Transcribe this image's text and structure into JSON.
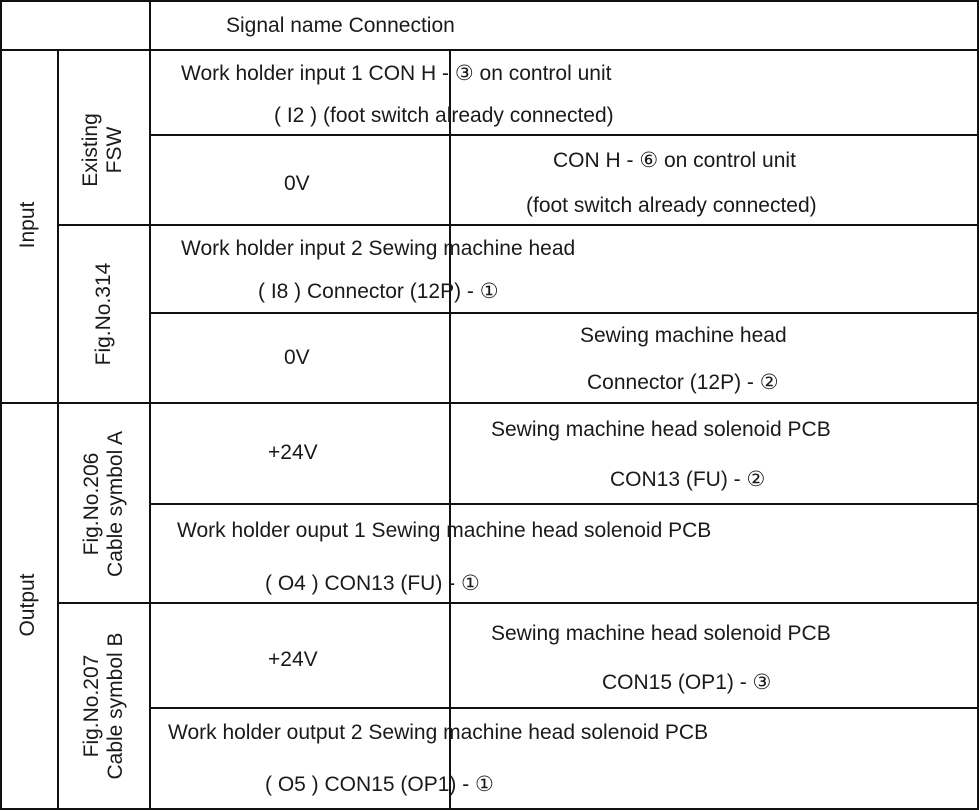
{
  "header": {
    "label": "Signal name Connection"
  },
  "groups": {
    "input": "Input",
    "output": "Output"
  },
  "subgroups": {
    "existing_fsw_line1": "Existing",
    "existing_fsw_line2": "FSW",
    "fig314": "Fig.No.314",
    "fig206_line1": "Fig.No.206",
    "fig206_line2": "Cable symbol A",
    "fig207_line1": "Fig.No.207",
    "fig207_line2": "Cable symbol B"
  },
  "rows": {
    "r1_line1": "Work holder input 1 CON H - ③ on control unit",
    "r1_line2": "( I2 ) (foot switch already connected)",
    "r2_signal": "0V",
    "r2_conn1": "CON H - ⑥ on control unit",
    "r2_conn2": "(foot switch already connected)",
    "r3_line1": "Work holder input 2 Sewing machine head",
    "r3_line2": "( I8 ) Connector (12P) - ①",
    "r4_signal": "0V",
    "r4_conn1": "Sewing machine head",
    "r4_conn2": "Connector (12P) - ②",
    "r5_signal": "+24V",
    "r5_conn1": "Sewing machine head solenoid PCB",
    "r5_conn2": "CON13 (FU) - ②",
    "r6_line1": "Work holder ouput 1 Sewing machine head solenoid PCB",
    "r6_line2": "( O4 ) CON13 (FU) - ①",
    "r7_signal": "+24V",
    "r7_conn1": "Sewing machine head solenoid PCB",
    "r7_conn2": "CON15 (OP1) - ③",
    "r8_line1": "Work holder output 2 Sewing machine head solenoid PCB",
    "r8_line2": "( O5 ) CON15 (OP1) - ①"
  }
}
